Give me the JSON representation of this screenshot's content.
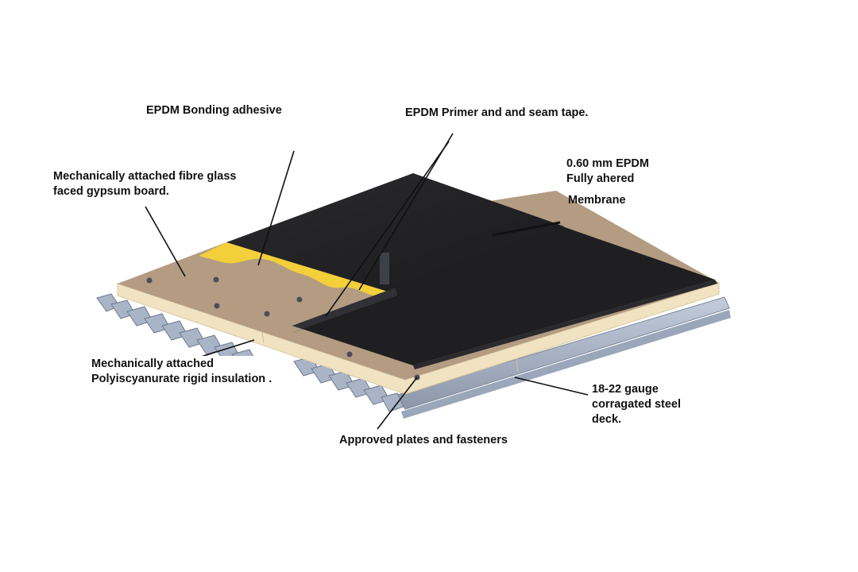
{
  "diagram": {
    "title": "EPDM fully adhered roofing system assembly",
    "colors": {
      "background": "#ffffff",
      "membrane": "#1f1f21",
      "membrane_edge": "#2b2b2e",
      "adhesive": "#f3cf3a",
      "gypsum_board": "#b39c82",
      "insulation_edge": "#f1e3c1",
      "steel_deck": "#a8b4c8",
      "steel_deck_dark": "#7c889c",
      "fastener": "#4a4e58",
      "leader_line": "#111111"
    },
    "labels": {
      "bonding_adhesive": {
        "lines": [
          "EPDM Bonding adhesive"
        ]
      },
      "primer_seam_tape": {
        "lines": [
          "EPDM Primer and and seam tape."
        ]
      },
      "gypsum_board": {
        "lines": [
          "Mechanically attached fibre glass",
          "faced gypsum board."
        ]
      },
      "membrane": {
        "lines": [
          "0.60 mm EPDM",
          "Fully ahered"
        ],
        "extra": "Membrane"
      },
      "insulation": {
        "lines": [
          "Mechanically attached",
          "Polyiscyanurate rigid insulation ."
        ]
      },
      "steel_deck": {
        "lines": [
          "18-22 gauge",
          "corragated steel",
          "deck."
        ]
      },
      "fasteners": {
        "lines": [
          "Approved plates and fasteners"
        ]
      }
    }
  }
}
